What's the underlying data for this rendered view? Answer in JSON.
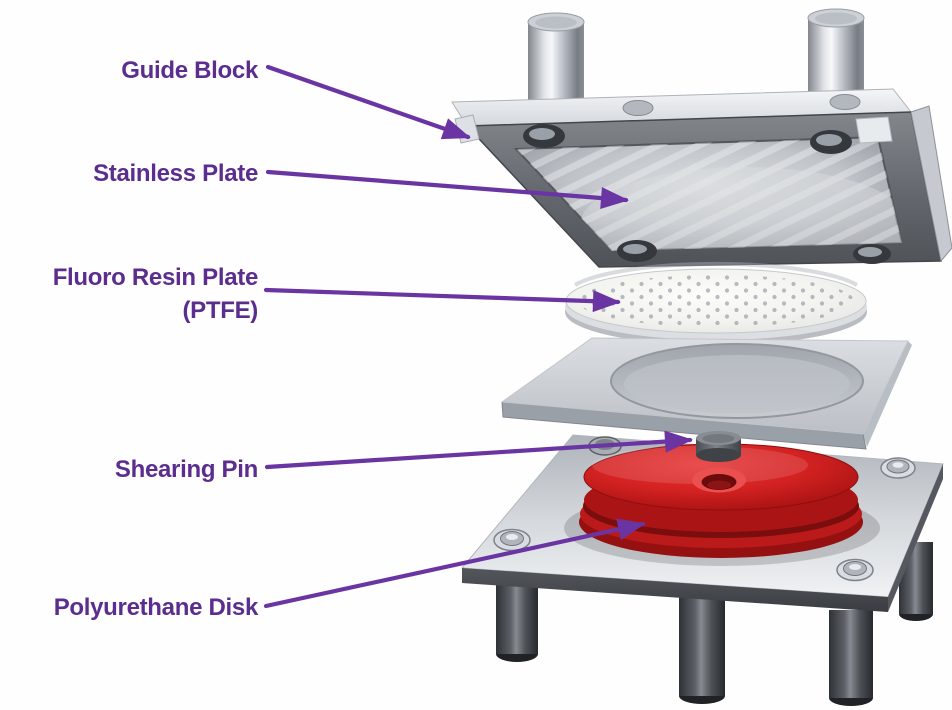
{
  "figure": {
    "kind": "exploded-view-assembly-diagram",
    "background_color": "#ffffff",
    "label_color": "#5b2d8e",
    "arrow_color": "#6a34a2",
    "labels": [
      {
        "id": "guide-block",
        "text": "Guide Block"
      },
      {
        "id": "stainless-plate",
        "text": "Stainless Plate"
      },
      {
        "id": "fluoro-resin-plate",
        "text": "Fluoro Resin Plate",
        "text2": "(PTFE)"
      },
      {
        "id": "shearing-pin",
        "text": "Shearing Pin"
      },
      {
        "id": "polyurethane-disk",
        "text": "Polyurethane Disk"
      }
    ],
    "part_colors": {
      "guide_block_metal": "#d9dde2",
      "stainless_plate": "#9ba0a7",
      "ptfe_plate": "#f4f4f1",
      "intermediate_plate": "#ccd0d6",
      "shearing_pin": "#5d6167",
      "polyurethane_disk": "#c41c1c",
      "base_plate": "#d4d8dd",
      "legs": "#3a3d42"
    }
  }
}
